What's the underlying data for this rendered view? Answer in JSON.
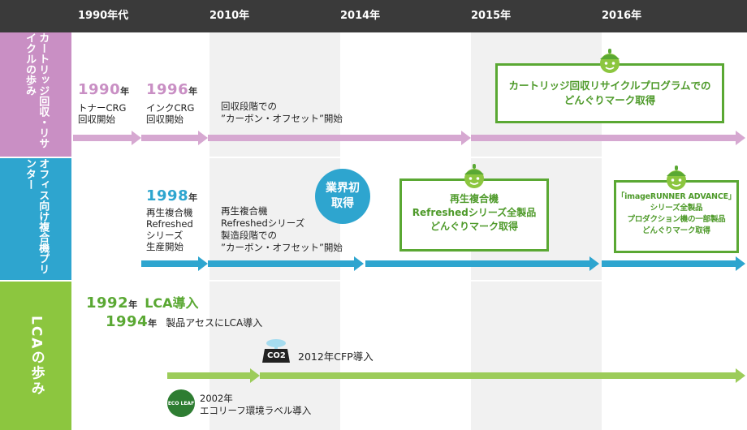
{
  "header": {
    "years": [
      "1990年代",
      "2010年",
      "2014年",
      "2015年",
      "2016年"
    ]
  },
  "rows": {
    "cartridge": {
      "label": "カートリッジ回収・リサイクルの歩み",
      "color": "#c98fc4",
      "y1990": "1990",
      "y1990_unit": "年",
      "y1990_desc": "トナーCRG\n回収開始",
      "y1996": "1996",
      "y1996_unit": "年",
      "y1996_desc": "インクCRG\n回収開始",
      "y2010_desc": "回収段階での\n”カーボン・オフセット”開始",
      "box2015": "カートリッジ回収リサイクルプログラムでの\nどんぐりマーク取得"
    },
    "office": {
      "label": "オフィス向け複合機プリンター",
      "color": "#2ea5cf",
      "y1998": "1998",
      "y1998_unit": "年",
      "y1998_desc": "再生複合機\nRefreshed\nシリーズ\n生産開始",
      "y2010_desc": "再生複合機\nRefreshedシリーズ\n製造段階での\n”カーボン・オフセット”開始",
      "badge": "業界初\n取得",
      "box2015": "再生複合機\nRefreshedシリーズ全製品\nどんぐりマーク取得",
      "box2016": "「imageRUNNER ADVANCE」\nシリーズ全製品\nプロダクション機の一部製品\nどんぐりマーク取得"
    },
    "lca": {
      "label": "LCAの歩み",
      "color": "#8cc63f",
      "y1992": "1992",
      "y1992_unit": "年",
      "y1992_desc": "LCA導入",
      "y1994": "1994",
      "y1994_unit": "年",
      "y1994_desc": "製品アセスにLCA導入",
      "cfp": "2012年CFP導入",
      "co2_icon_text": "CO2",
      "ecoleaf_year": "2002年",
      "ecoleaf_desc": "エコリーフ環境ラベル導入",
      "ecoleaf_icon_text": "ECO LEAF"
    }
  }
}
